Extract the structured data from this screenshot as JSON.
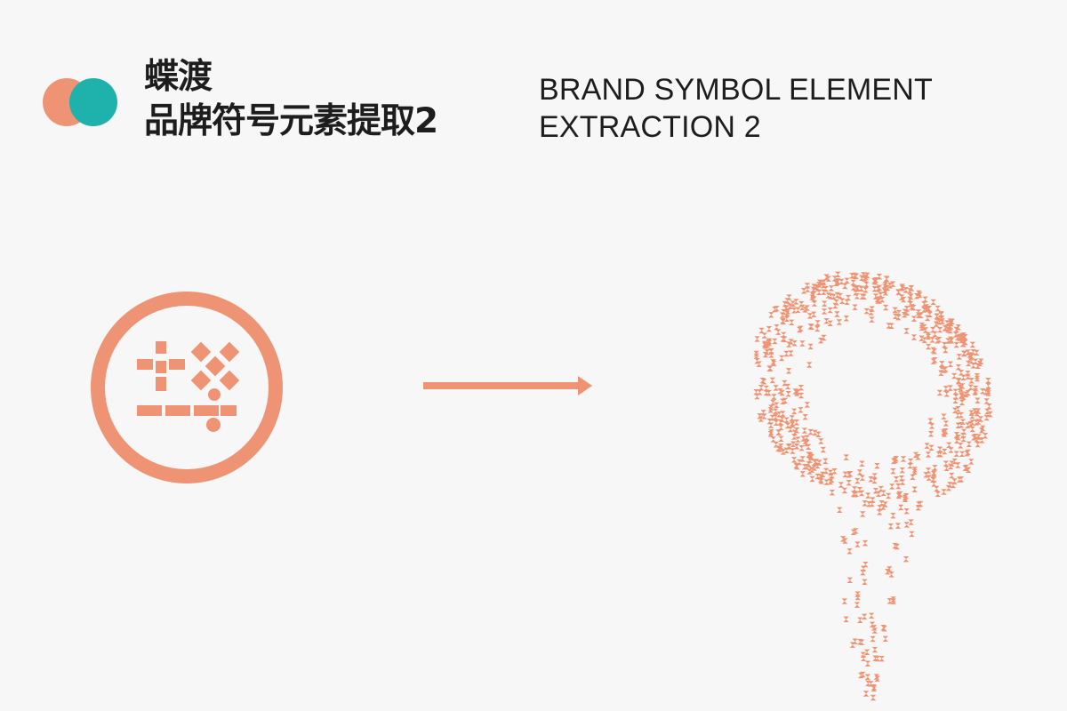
{
  "colors": {
    "salmon": "#ee9474",
    "teal": "#1fb2ac",
    "text": "#1d1d1d",
    "background": "#f7f7f7"
  },
  "header": {
    "brand_mark": [
      "salmon-circle",
      "teal-circle"
    ],
    "title_cn_line1": "蝶渡",
    "title_cn_line2": "品牌符号元素提取2",
    "title_en_line1": "BRAND SYMBOL ELEMENT",
    "title_en_line2": "EXTRACTION 2"
  },
  "visuals": {
    "left_symbol": "circle-badge-with-geometric-glyph",
    "connector": "arrow-right-icon",
    "right_symbol": "dotted-ring-with-tail-pattern"
  }
}
